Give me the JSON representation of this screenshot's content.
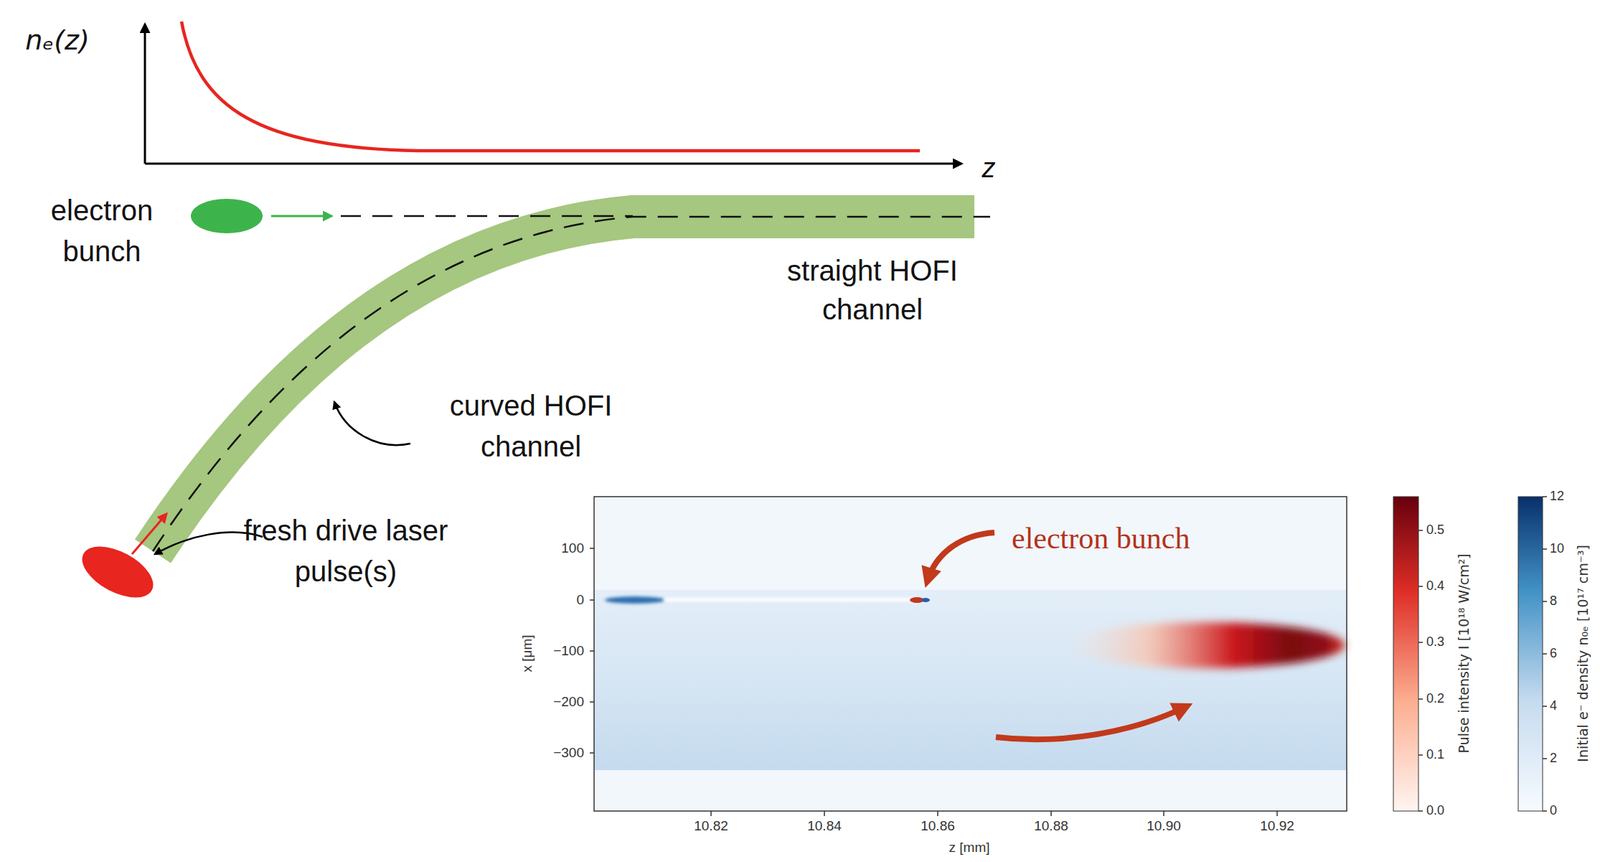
{
  "diagram": {
    "labels": [
      "nₑ(z)",
      "z",
      "electron bunch",
      "straight HOFI channel",
      "curved HOFI channel",
      "fresh drive laser pulse(s)",
      "100",
      "0",
      "−100",
      "−200",
      "−300",
      "x [μm]",
      "10.82",
      "10.84",
      "10.86",
      "10.88",
      "10.90",
      "10.92",
      "z [mm]",
      "electron bunch",
      "0.0",
      "0.1",
      "0.2",
      "0.3",
      "0.4",
      "0.5",
      "Pulse intensity I [10¹⁸ W/cm²]",
      "0",
      "2",
      "4",
      "6",
      "8",
      "10",
      "12",
      "Initial e⁻ density n₀ₑ [10¹⁷ cm⁻³]"
    ]
  }
}
